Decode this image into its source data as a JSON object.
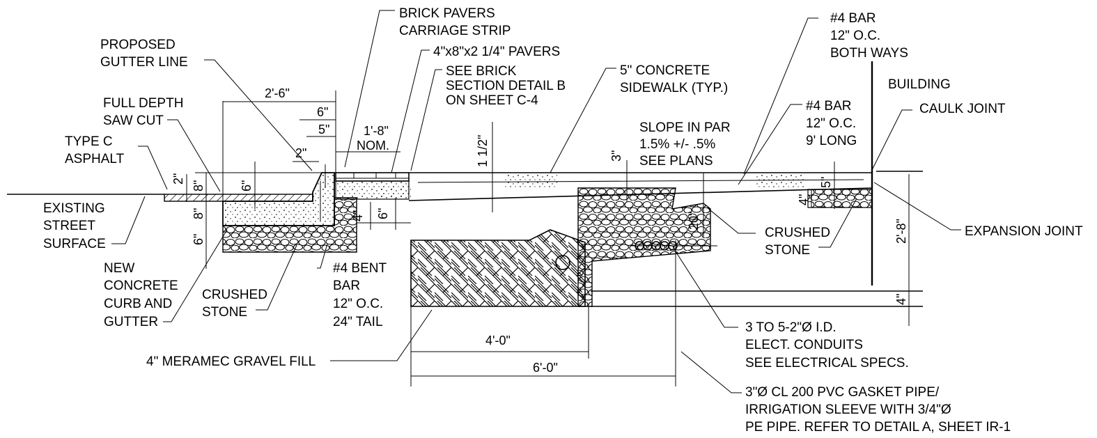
{
  "labels": {
    "brick_pavers": [
      "BRICK PAVERS",
      "CARRIAGE STRIP"
    ],
    "pavers": [
      "4\"x8\"x2 1/4\" PAVERS"
    ],
    "see_brick": [
      "SEE BRICK",
      "SECTION DETAIL B",
      "ON SHEET C-4"
    ],
    "proposed_gutter": [
      "PROPOSED",
      "GUTTER LINE"
    ],
    "full_depth": [
      "FULL DEPTH",
      "SAW CUT"
    ],
    "type_c": [
      "TYPE C",
      "ASPHALT"
    ],
    "existing_street": [
      "EXISTING",
      "STREET",
      "SURFACE"
    ],
    "new_curb": [
      "NEW",
      "CONCRETE",
      "CURB AND",
      "GUTTER"
    ],
    "crushed_stone_left": [
      "CRUSHED",
      "STONE"
    ],
    "bent_bar": [
      "#4 BENT",
      "BAR",
      "12\" O.C.",
      "24\" TAIL"
    ],
    "gravel_fill": [
      "4\" MERAMEC GRAVEL FILL"
    ],
    "concrete_sidewalk": [
      "5\" CONCRETE",
      "SIDEWALK (TYP.)"
    ],
    "slope": [
      "SLOPE IN PAR",
      "1.5% +/- .5%",
      "SEE PLANS"
    ],
    "bar_both_ways": [
      "#4 BAR",
      "12\" O.C.",
      "BOTH WAYS"
    ],
    "building": [
      "BUILDING"
    ],
    "bar_9ft": [
      "#4 BAR",
      "12\" O.C.",
      "9' LONG"
    ],
    "caulk_joint": [
      "CAULK JOINT"
    ],
    "crushed_stone_right": [
      "CRUSHED",
      "STONE"
    ],
    "expansion_joint": [
      "EXPANSION JOINT"
    ],
    "conduits": [
      "3 TO 5-2\"Ø I.D.",
      "ELECT. CONDUITS",
      "SEE ELECTRICAL SPECS."
    ],
    "pvc_pipe": [
      "3\"Ø CL 200 PVC GASKET PIPE/",
      "IRRIGATION SLEEVE WITH 3/4\"Ø",
      "PE PIPE. REFER TO DETAIL A, SHEET IR-1"
    ]
  },
  "dimensions": {
    "d_2_6": "2'-6\"",
    "d_6in": "6\"",
    "d_5in": "5\"",
    "d_2in": "2\"",
    "d_1_8": "1'-8\"",
    "d_nom": "NOM.",
    "d_1_1_2": "1 1/2\"",
    "d_3in": "3\"",
    "d_2in_left": "2\"",
    "d_8in_a": "8\"",
    "d_8in_b": "8\"",
    "d_6in_left": "6\"",
    "d_6in_curb": "6\"",
    "d_4in_curb": "4\"",
    "d_6in_curb2": "6\"",
    "d_20in": "20\"",
    "d_5in_right": "5\"",
    "d_4in_right": "4\"",
    "d_2_8": "2'-8\"",
    "d_4in_far": "4\"",
    "d_4_0": "4'-0\"",
    "d_6_0": "6'-0\""
  }
}
